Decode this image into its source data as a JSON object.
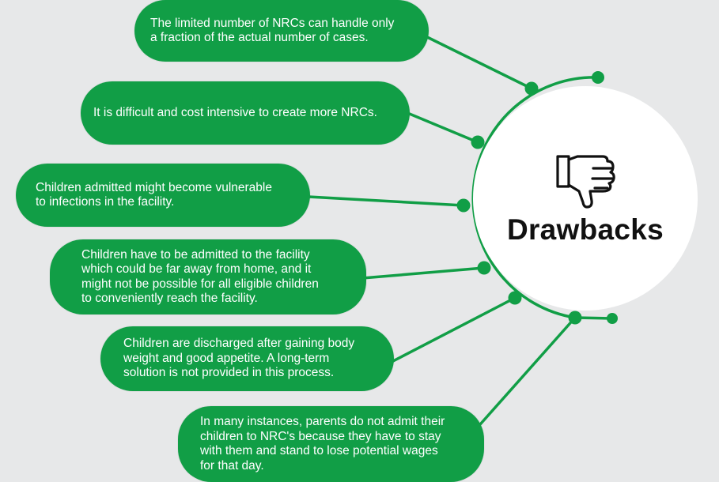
{
  "hub": {
    "title": "Drawbacks",
    "icon": "thumbs-down-icon"
  },
  "drawbacks": [
    {
      "text": "The limited number of NRCs can handle only\na fraction of the actual number of cases."
    },
    {
      "text": "It is difficult and cost intensive to create more NRCs."
    },
    {
      "text": "Children admitted might become vulnerable\nto infections in the facility."
    },
    {
      "text": "Children have to be admitted to the facility\nwhich could be far away from home, and it\nmight not be possible for all eligible children\nto conveniently reach the facility."
    },
    {
      "text": "Children are discharged after gaining body\nweight and good appetite. A long-term\nsolution is not provided in this process."
    },
    {
      "text": "In many instances, parents do not admit their\nchildren to NRC's because they have to stay\nwith them and stand to lose potential wages\nfor that day."
    }
  ],
  "colors": {
    "accent": "#119e46",
    "background": "#e7e8e9",
    "hub": "#ffffff",
    "title_text": "#111111",
    "pill_text": "#ffffff"
  }
}
